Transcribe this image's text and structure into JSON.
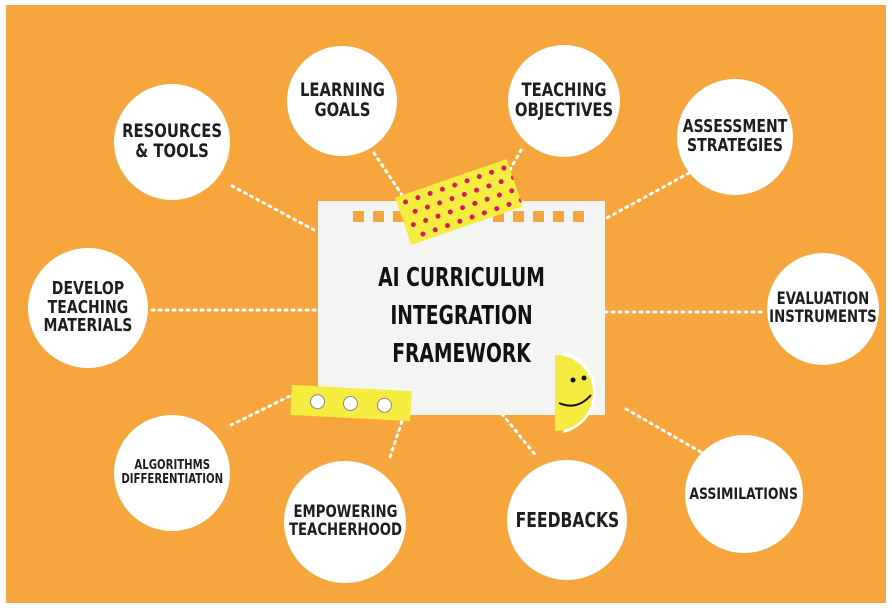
{
  "colors": {
    "background": "#f7a63e",
    "node_fill": "#ffffff",
    "text": "#1e1e1e",
    "connector": "#ffffff",
    "tape": "#f6ec3f",
    "tape_dots": "#d5195e"
  },
  "center": {
    "title_line1": "AI CURRICULUM",
    "title_line2": "INTEGRATION",
    "title_line3": "FRAMEWORK"
  },
  "nodes": [
    {
      "id": "learning-goals",
      "label": "LEARNING\nGOALS"
    },
    {
      "id": "teaching-objectives",
      "label": "TEACHING\nOBJECTIVES"
    },
    {
      "id": "resources-tools",
      "label": "RESOURCES\n& TOOLS"
    },
    {
      "id": "assessment-strategies",
      "label": "ASSESSMENT\nSTRATEGIES"
    },
    {
      "id": "develop-teaching-materials",
      "label": "DEVELOP\nTEACHING\nMATERIALS"
    },
    {
      "id": "evaluation-instruments",
      "label": "EVALUATION\nINSTRUMENTS"
    },
    {
      "id": "algorithms-differentiation",
      "label": "ALGORITHMS\nDIFFERENTIATION"
    },
    {
      "id": "assimilations",
      "label": "ASSIMILATIONS"
    },
    {
      "id": "empowering-teacherhood",
      "label": "EMPOWERING\nTEACHERHOOD"
    },
    {
      "id": "feedbacks",
      "label": "FEEDBACKS"
    }
  ],
  "decorations": {
    "top_tape": "polka-dot-tape",
    "bottom_tape": "smiley-tape",
    "sticker": "smiley-face-sticker"
  }
}
